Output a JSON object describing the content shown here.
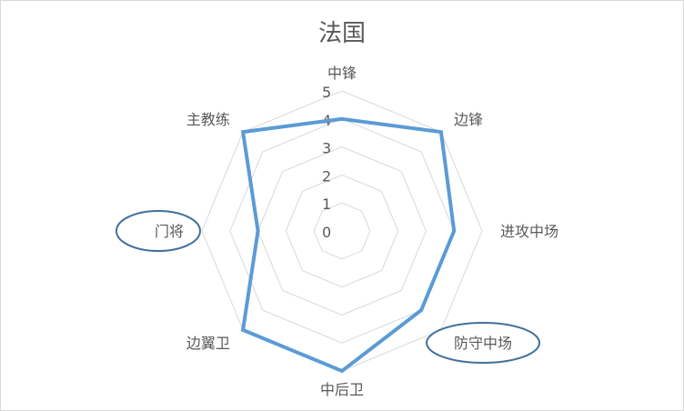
{
  "chart_data": {
    "type": "radar",
    "title": "法国",
    "categories": [
      "中锋",
      "边锋",
      "进攻中场",
      "防守中场",
      "中后卫",
      "边翼卫",
      "门将",
      "主教练"
    ],
    "series": [
      {
        "name": "法国",
        "values": [
          4,
          5,
          4,
          4,
          5,
          5,
          3,
          5
        ],
        "color": "#5b9bd5"
      }
    ],
    "rlim": [
      0,
      5
    ],
    "ticks": [
      "0",
      "1",
      "2",
      "3",
      "4",
      "5"
    ],
    "grid": true,
    "legend": "none",
    "annotations": [
      {
        "type": "ellipse",
        "target": "门将"
      },
      {
        "type": "ellipse",
        "target": "防守中场"
      }
    ]
  },
  "colors": {
    "series": "#5b9bd5",
    "grid": "#d9d9d9",
    "text": "#595959",
    "annotation": "#41719c"
  }
}
